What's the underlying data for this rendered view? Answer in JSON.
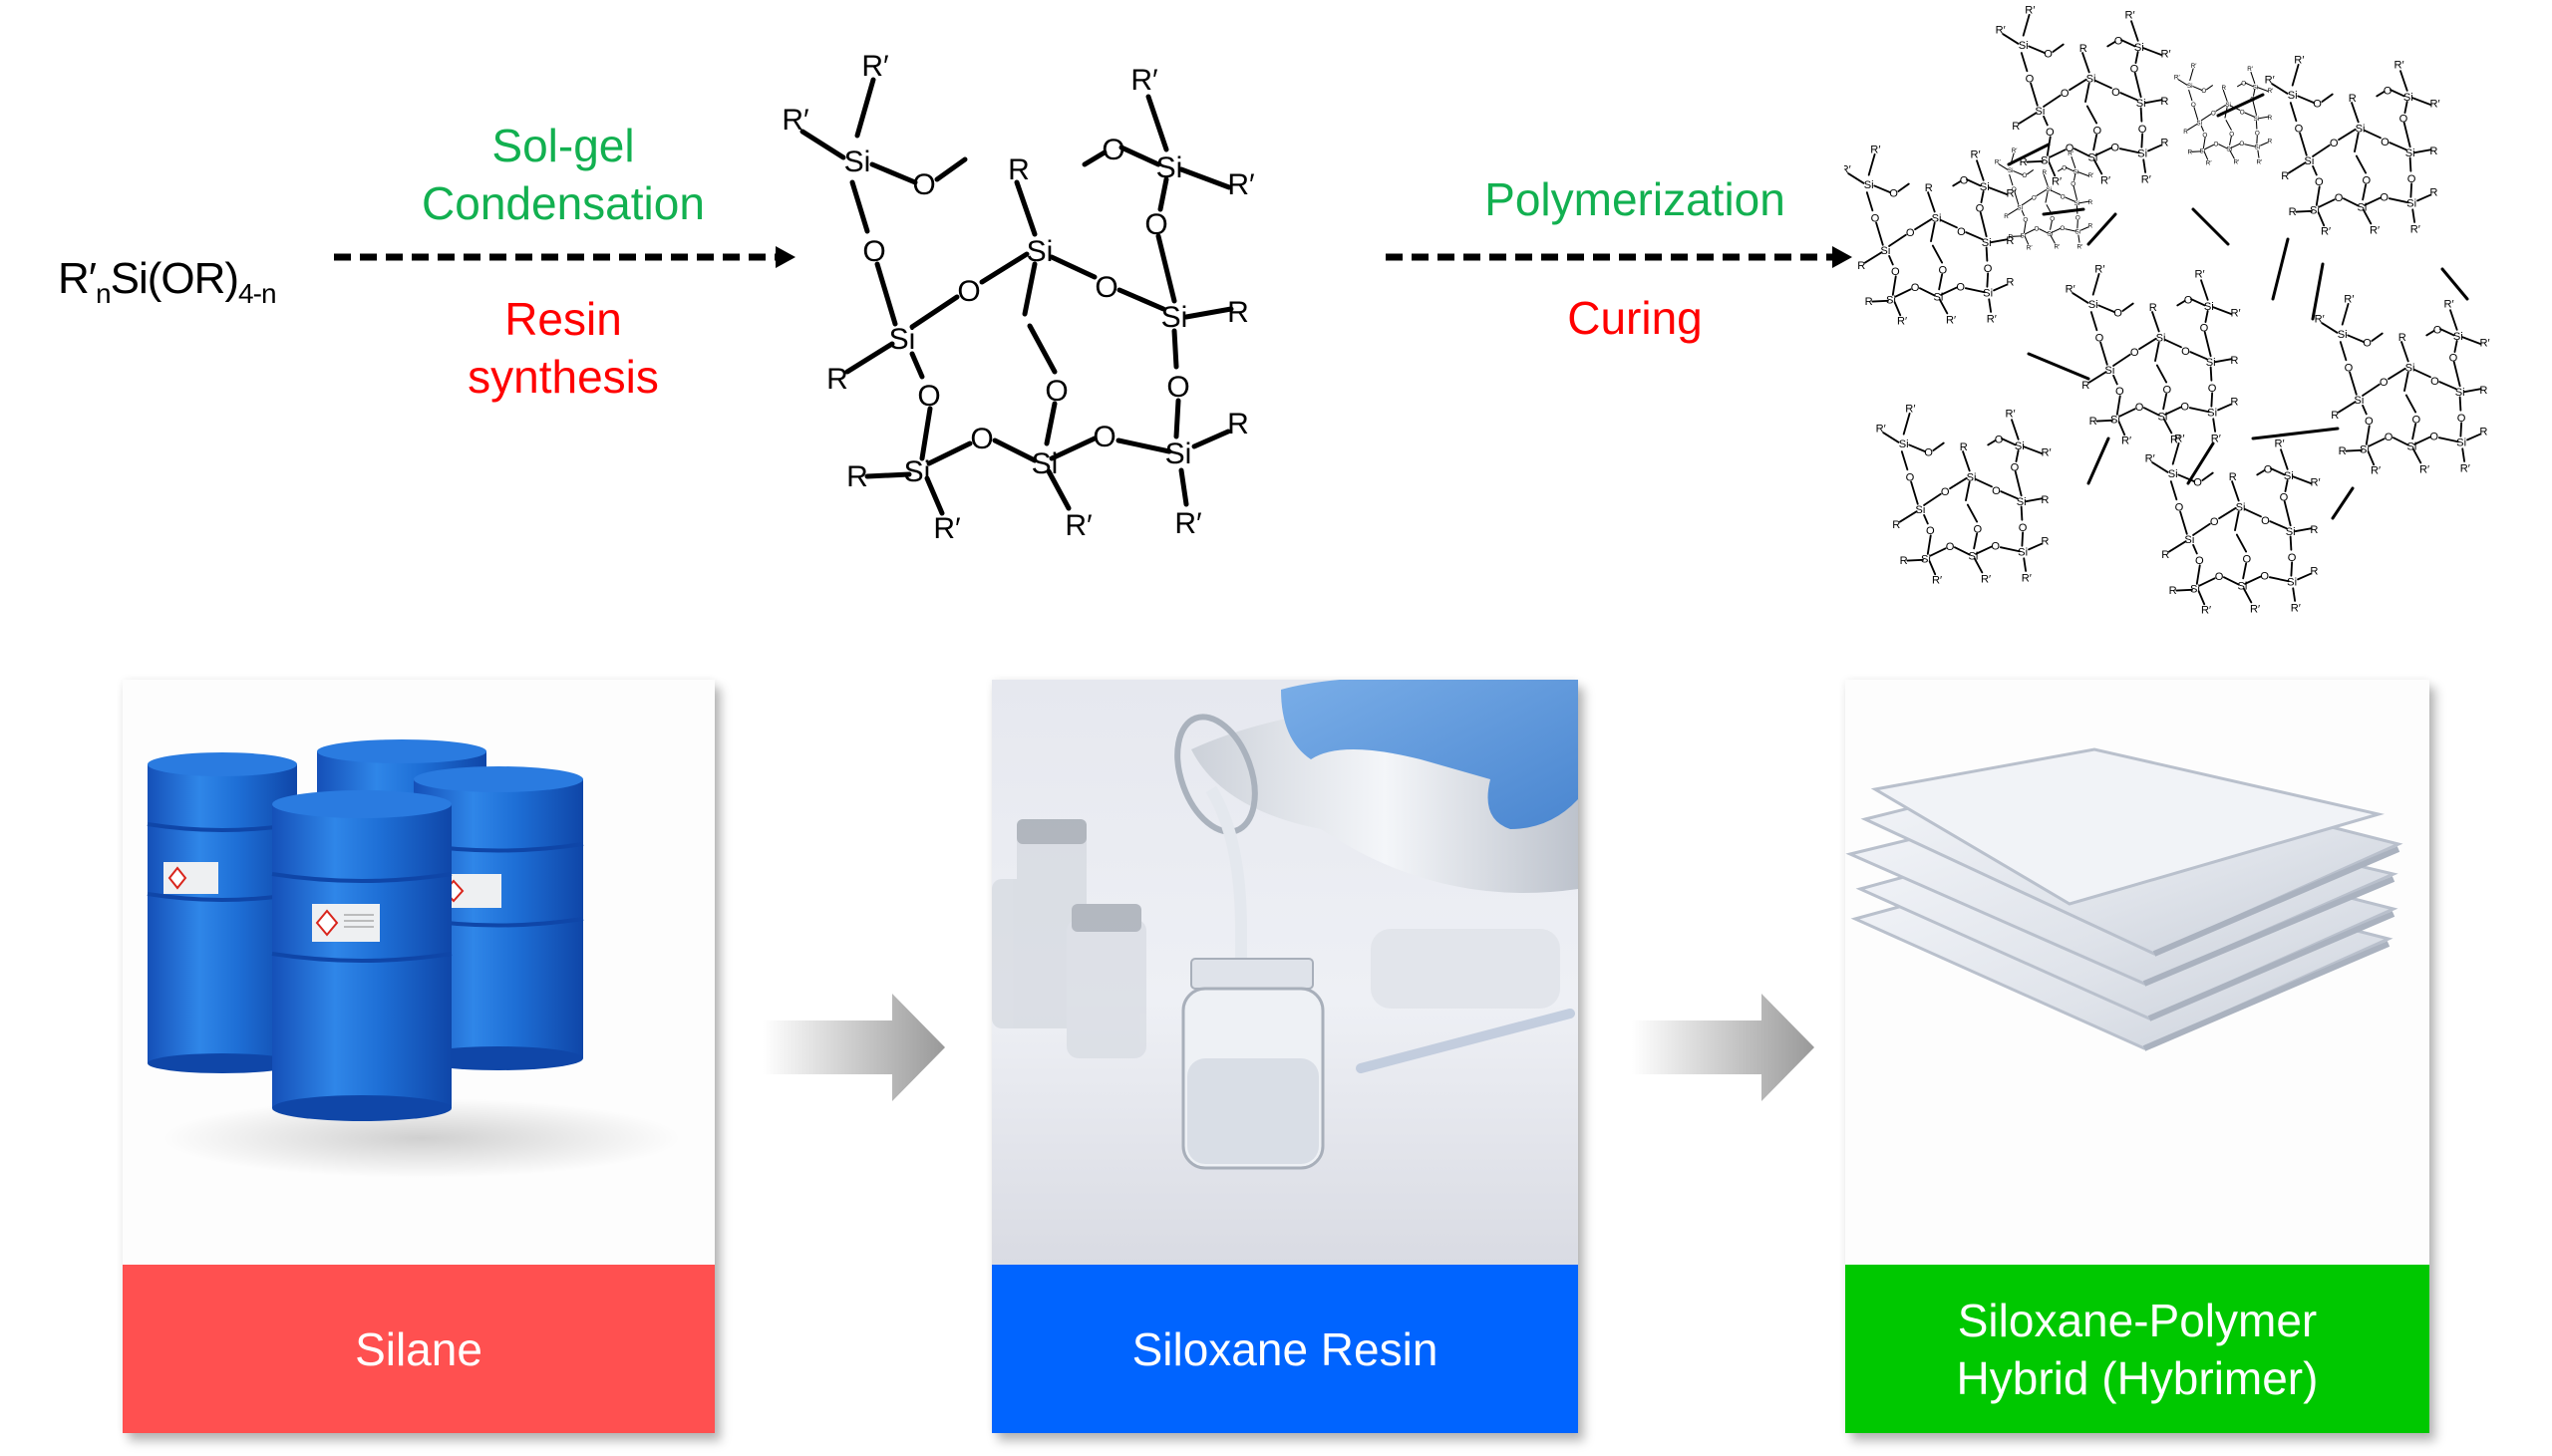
{
  "scheme": {
    "precursor": {
      "formula_parts": [
        "R′",
        "n",
        "Si(OR)",
        "4-n"
      ]
    },
    "step1": {
      "top_label_lines": [
        "Sol-gel",
        "Condensation"
      ],
      "bottom_label_lines": [
        "Resin",
        "synthesis"
      ],
      "top_color": "#12B050",
      "bottom_color": "#FF0000"
    },
    "step2": {
      "top_label_lines": [
        "Polymerization"
      ],
      "bottom_label_lines": [
        "Curing"
      ],
      "top_color": "#12B050",
      "bottom_color": "#FF0000"
    },
    "resin_structure": {
      "atom_labels": {
        "si": "Si",
        "o": "O",
        "r": "R",
        "r_prime": "R′"
      }
    },
    "network_structure": {
      "description": "cross-linked network of siloxane resin units joined by R–R′ bridges",
      "unit_count": 9
    }
  },
  "cards": [
    {
      "label_lines": [
        "Silane"
      ],
      "band_color": "#FF5050",
      "image_subject": "blue chemical drums with hazard labels",
      "hazard_icon": "ghs-corrosive-icon"
    },
    {
      "label_lines": [
        "Siloxane Resin"
      ],
      "band_color": "#0064FF",
      "image_subject": "gloved hand pouring clear liquid into a glass vial"
    },
    {
      "label_lines": [
        "Siloxane-Polymer",
        "Hybrid (Hybrimer)"
      ],
      "band_color": "#00C800",
      "image_subject": "stack of transparent plates"
    }
  ],
  "flow_arrows": [
    "arrow-right-icon",
    "arrow-right-icon"
  ]
}
